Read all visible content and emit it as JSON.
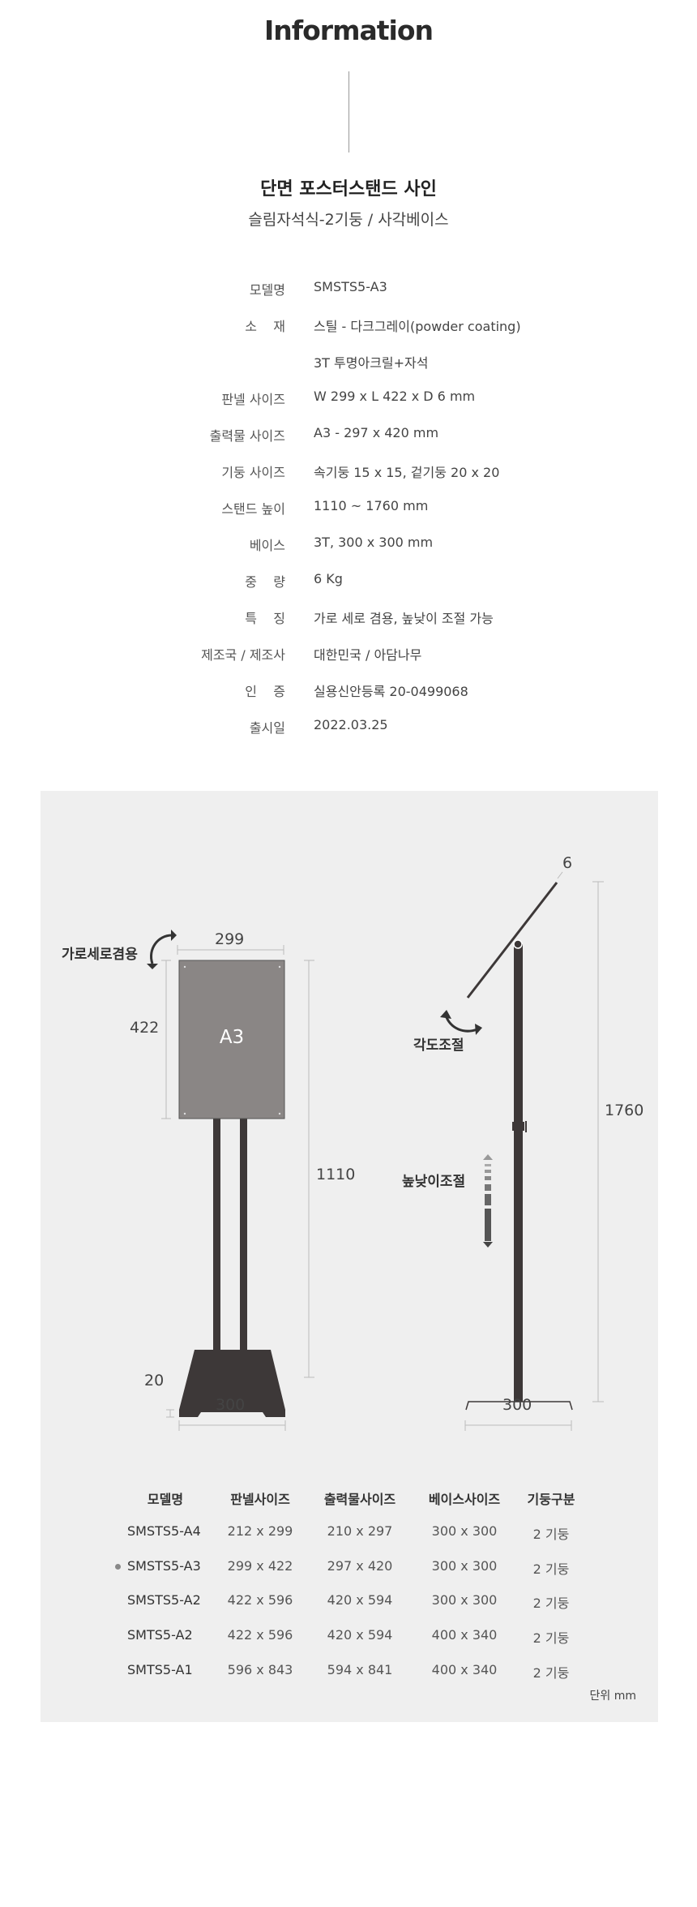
{
  "header": {
    "title": "Information"
  },
  "product": {
    "title": "단면 포스터스탠드 사인",
    "subtitle": "슬림자석식-2기둥 / 사각베이스"
  },
  "specs": [
    {
      "label": "모델명",
      "value": "SMSTS5-A3"
    },
    {
      "label": "소    재",
      "value": "스틸 - 다크그레이(powder coating)"
    },
    {
      "label": "",
      "value": "3T 투명아크릴+자석"
    },
    {
      "label": "판넬 사이즈",
      "value": "W 299 x L 422 x D 6 mm"
    },
    {
      "label": "출력물 사이즈",
      "value": "A3 - 297 x 420 mm"
    },
    {
      "label": "기둥 사이즈",
      "value": "속기둥 15 x 15, 겉기둥 20 x 20"
    },
    {
      "label": "스탠드 높이",
      "value": "1110 ~ 1760 mm"
    },
    {
      "label": "베이스",
      "value": "3T, 300 x 300 mm"
    },
    {
      "label": "중    량",
      "value": "6 Kg"
    },
    {
      "label": "특    징",
      "value": "가로 세로 겸용, 높낮이 조절 가능"
    },
    {
      "label": "제조국 / 제조사",
      "value": "대한민국 / 아담나무"
    },
    {
      "label": "인    증",
      "value": "실용신안등록 20-0499068"
    },
    {
      "label": "출시일",
      "value": "2022.03.25"
    }
  ],
  "diagram": {
    "front": {
      "panel_label": "A3",
      "width": "299",
      "height": "422",
      "stand_height": "1110",
      "base_thickness": "20",
      "base_width": "300",
      "rotate_label": "가로세로겸용"
    },
    "side": {
      "thickness": "6",
      "max_height": "1760",
      "base_width": "300",
      "angle_label": "각도조절",
      "height_label": "높낮이조절"
    },
    "colors": {
      "panel": "#8a8685",
      "frame": "#3d3838",
      "background": "#efefef"
    }
  },
  "table": {
    "headers": [
      "모델명",
      "판넬사이즈",
      "출력물사이즈",
      "베이스사이즈",
      "기둥구분"
    ],
    "rows": [
      [
        "SMSTS5-A4",
        "212 x 299",
        "210 x 297",
        "300 x 300",
        "2 기둥"
      ],
      [
        "SMSTS5-A3",
        "299 x 422",
        "297 x 420",
        "300 x 300",
        "2 기둥"
      ],
      [
        "SMSTS5-A2",
        "422 x 596",
        "420 x 594",
        "300 x 300",
        "2 기둥"
      ],
      [
        "SMTS5-A2",
        "422 x 596",
        "420 x 594",
        "400 x 340",
        "2 기둥"
      ],
      [
        "SMTS5-A1",
        "596 x 843",
        "594 x 841",
        "400 x 340",
        "2 기둥"
      ]
    ],
    "selected_row": 1,
    "unit": "단위 mm"
  }
}
